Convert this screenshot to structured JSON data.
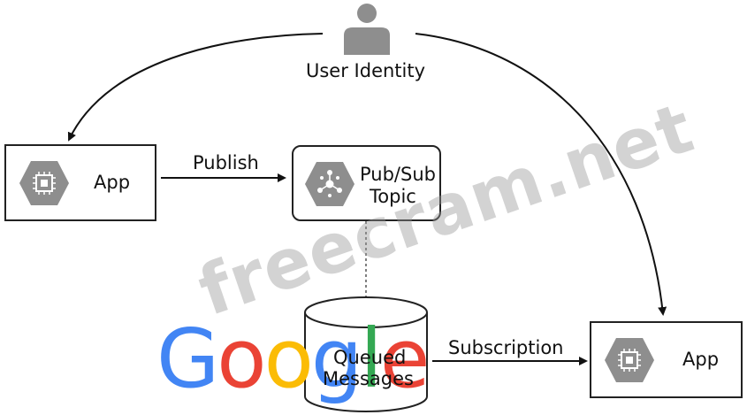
{
  "diagram": {
    "user_identity_label": "User Identity",
    "publisher_app_label": "App",
    "publish_label": "Publish",
    "topic_label_line1": "Pub/Sub",
    "topic_label_line2": "Topic",
    "queue_label_line1": "Queued",
    "queue_label_line2": "Messages",
    "subscription_label": "Subscription",
    "subscriber_app_label": "App"
  },
  "overlays": {
    "watermark_text": "freecram.net",
    "logo_text": "Google",
    "logo_colors": [
      "#4285F4",
      "#EA4335",
      "#FBBC05",
      "#4285F4",
      "#34A853",
      "#EA4335"
    ]
  },
  "colors": {
    "icon_fill": "#8e8e8e",
    "line_color": "#111111"
  }
}
